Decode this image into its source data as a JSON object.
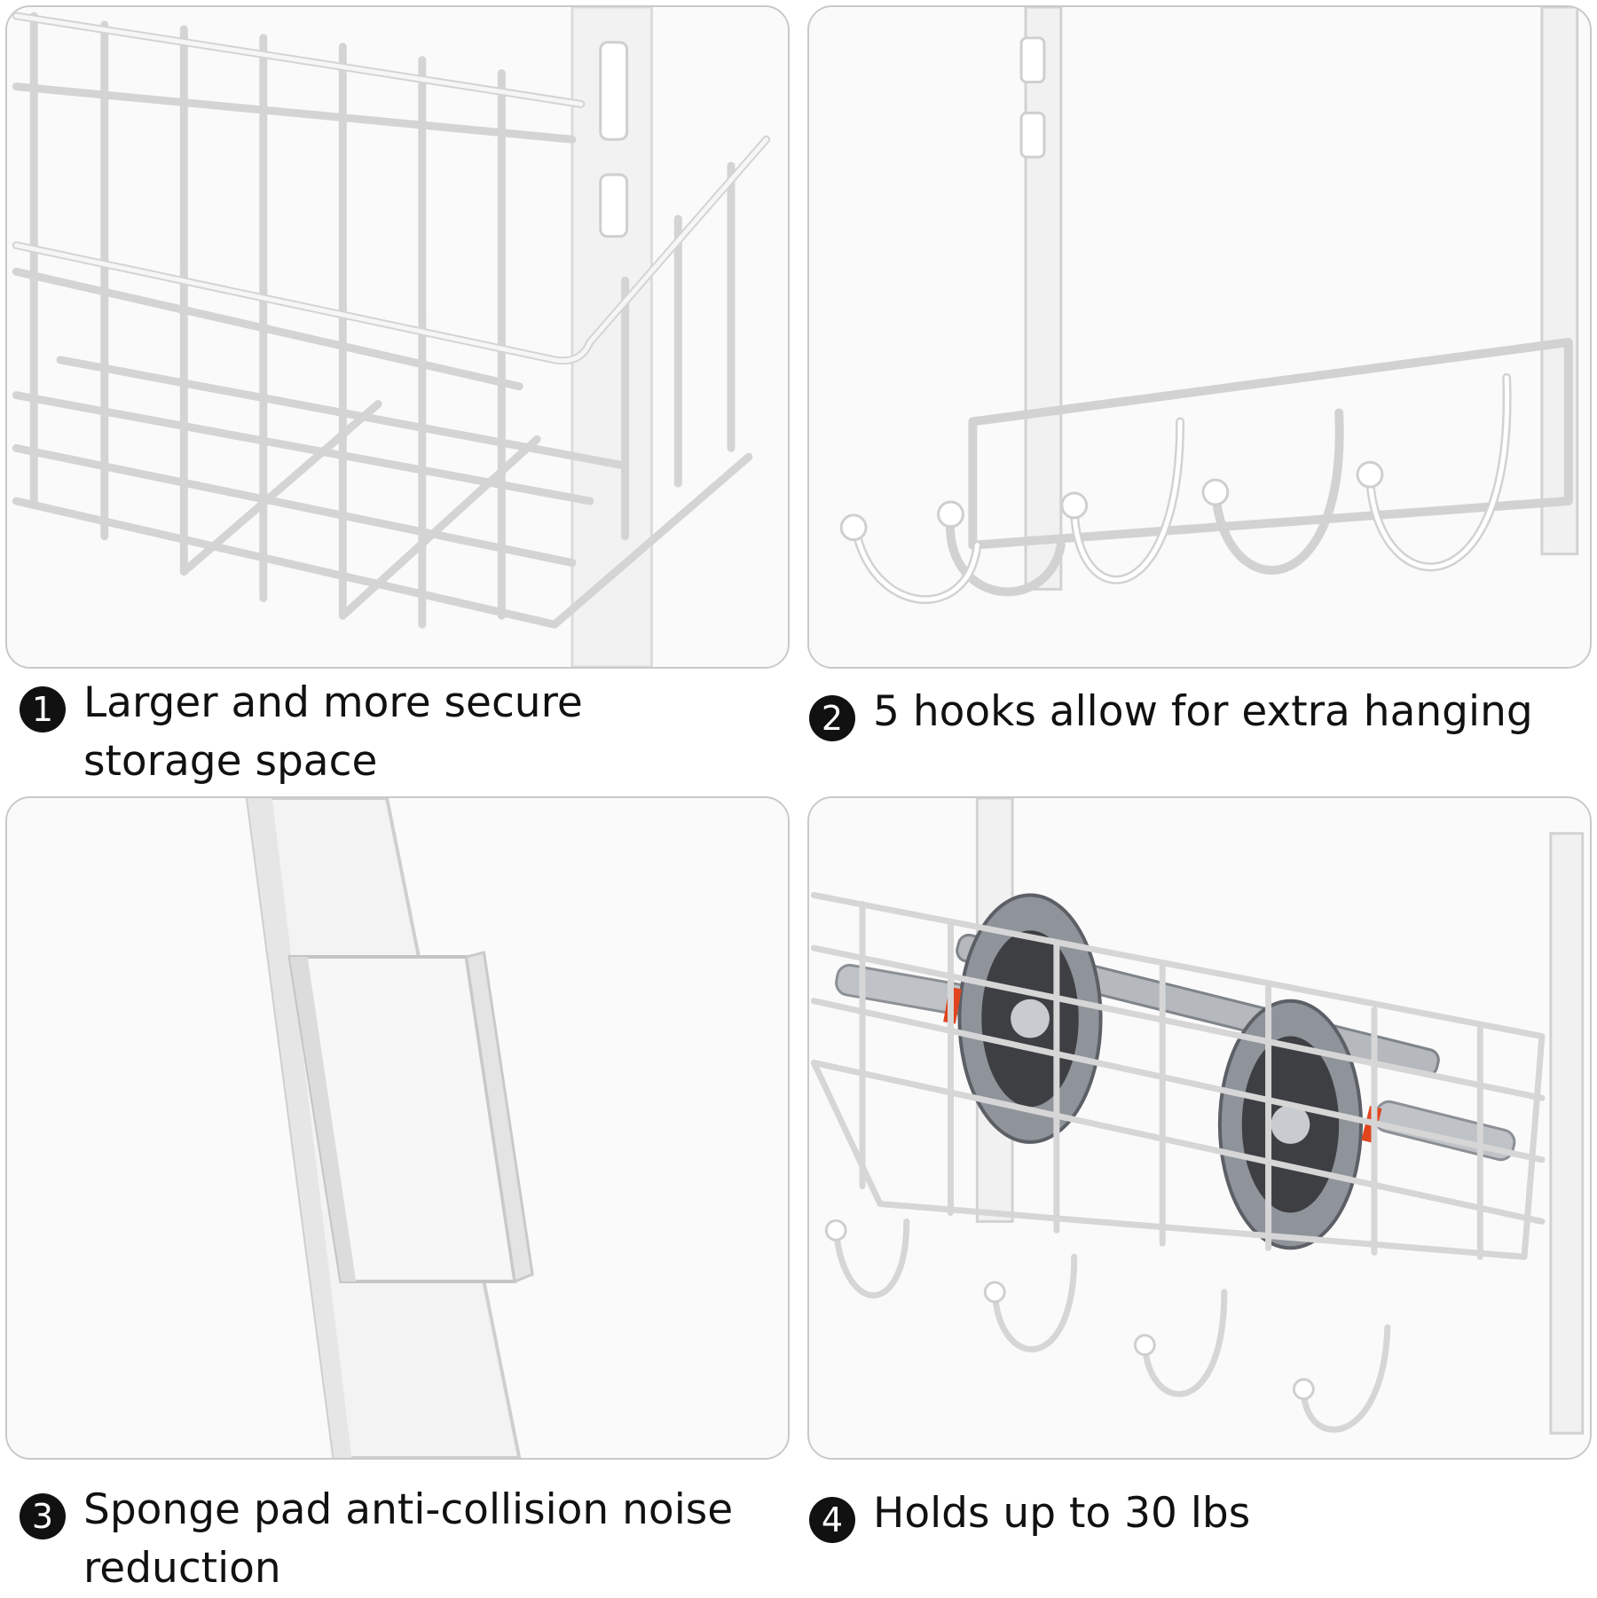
{
  "features": [
    {
      "number": "1",
      "text": "Larger and more secure storage space",
      "image": "wire-basket-closeup"
    },
    {
      "number": "2",
      "text": "5 hooks allow for extra hanging",
      "image": "five-hook-rail"
    },
    {
      "number": "3",
      "text": "Sponge pad anti-collision noise reduction",
      "image": "sponge-pad-strap"
    },
    {
      "number": "4",
      "text": "Holds up to 30 lbs",
      "image": "basket-with-dumbbell"
    }
  ],
  "colors": {
    "wire": "#f4f4f4",
    "wire_edge": "#cfcfcf",
    "badge": "#111111",
    "panel_border": "#c9c9c9",
    "accent": "#e0451f"
  }
}
